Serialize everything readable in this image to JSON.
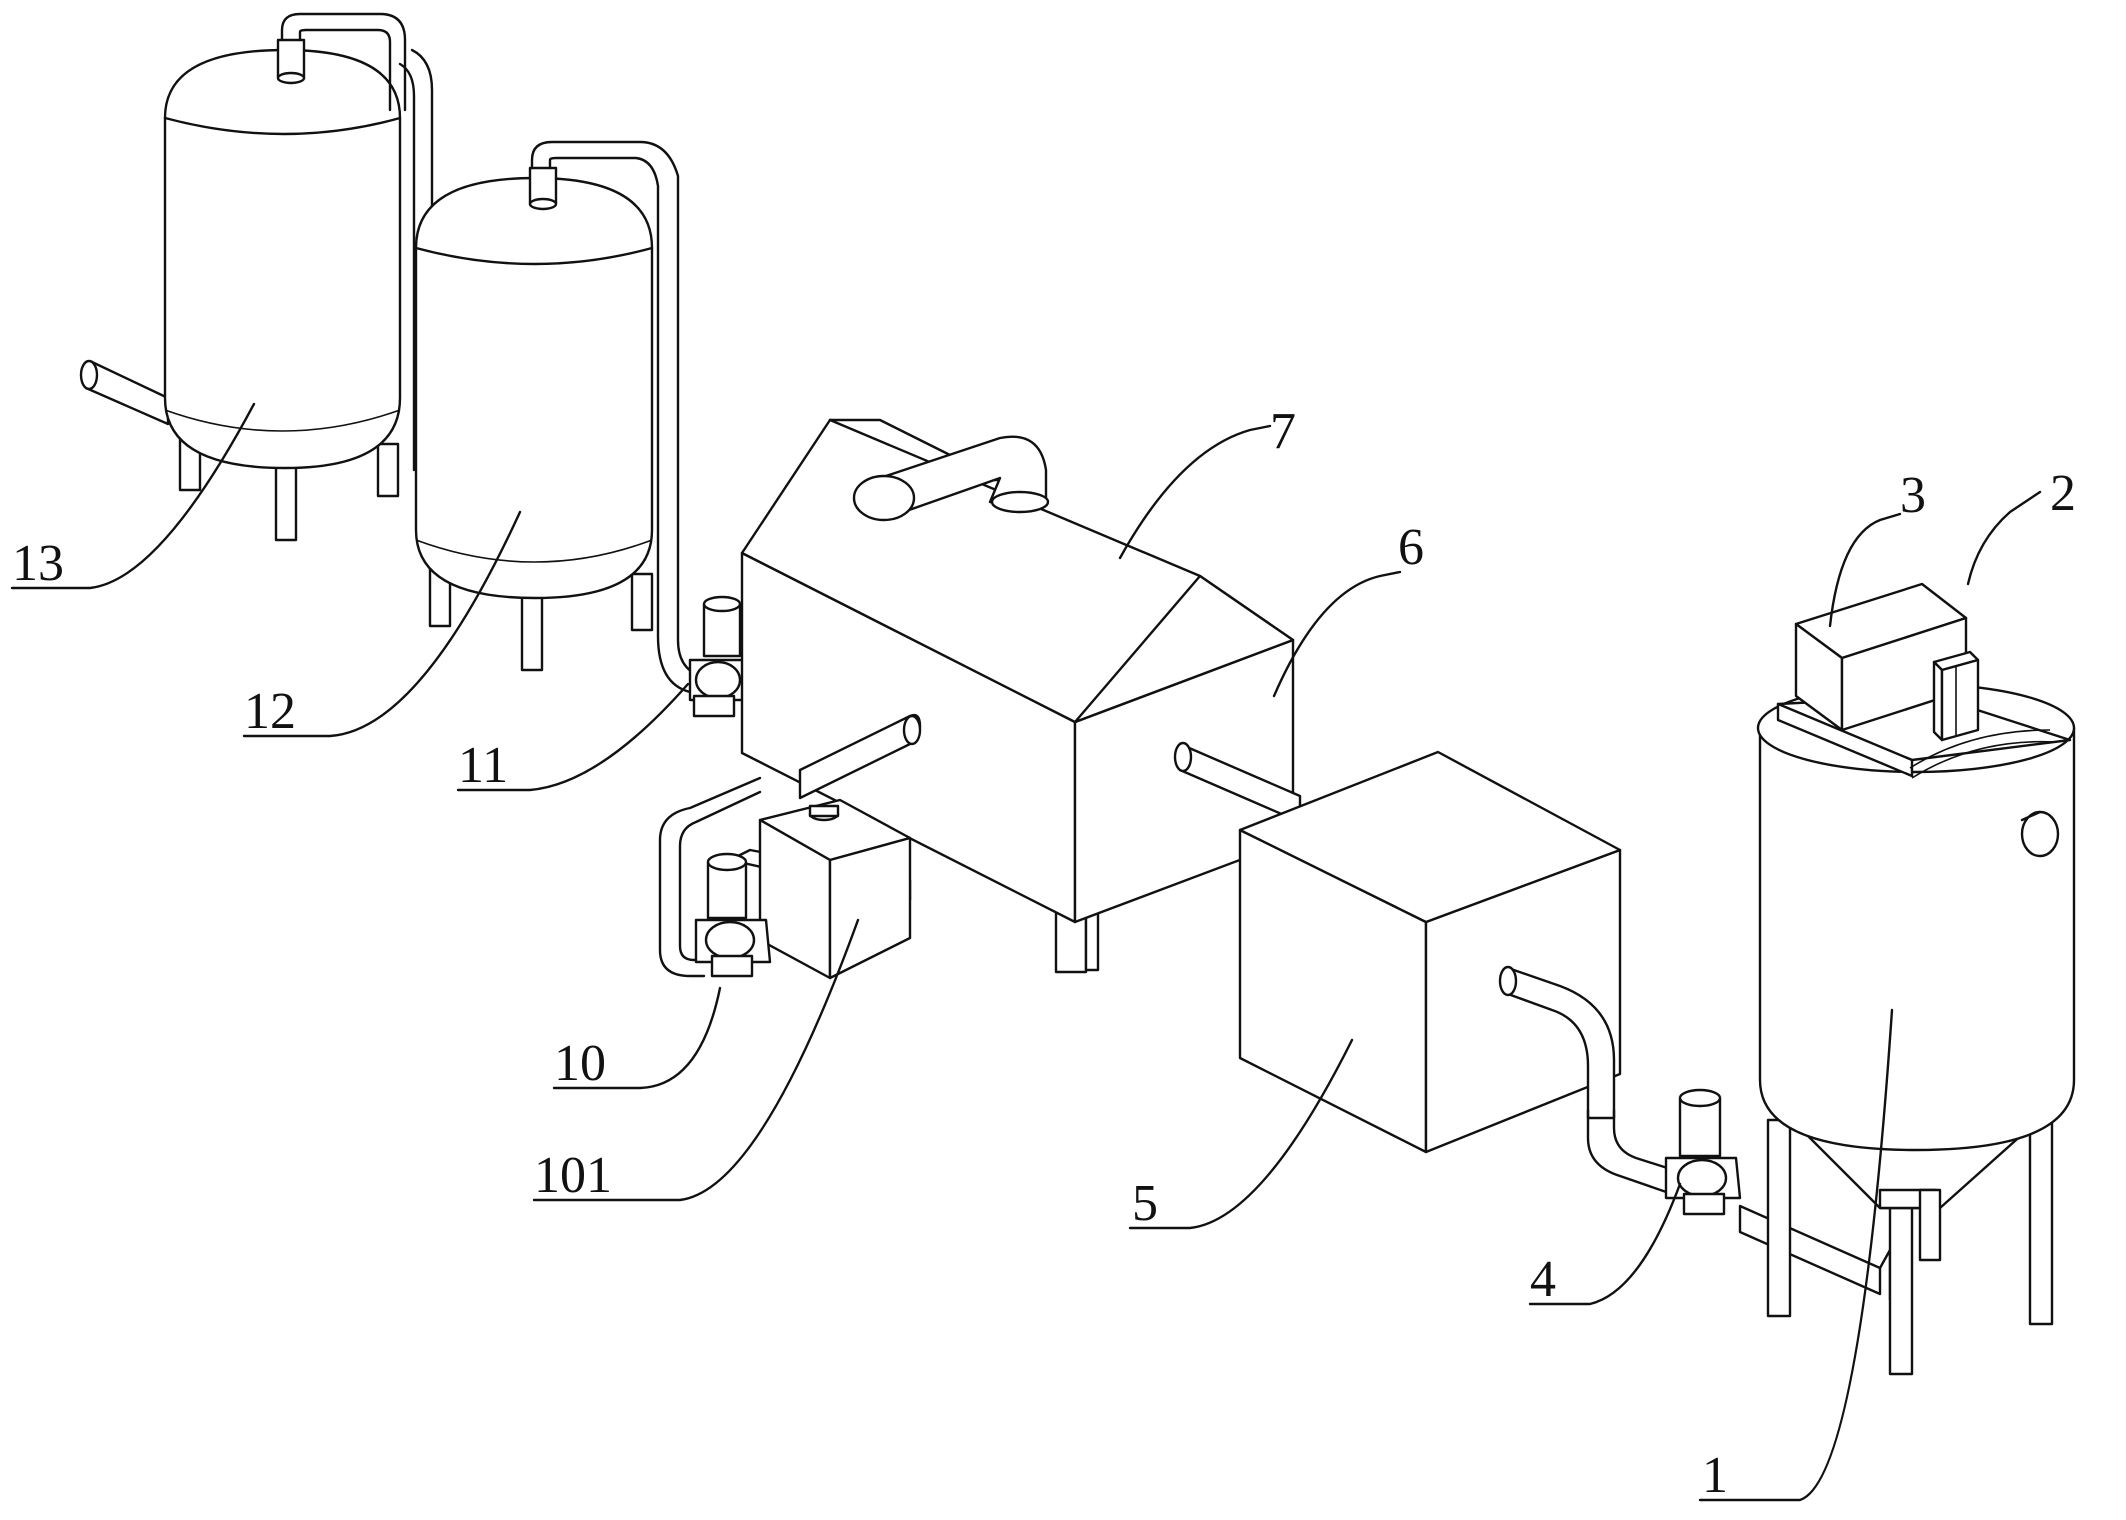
{
  "labels": {
    "l1": "1",
    "l2": "2",
    "l3": "3",
    "l4": "4",
    "l5": "5",
    "l6": "6",
    "l7": "7",
    "l10": "10",
    "l101": "101",
    "l11": "11",
    "l12": "12",
    "l13": "13"
  }
}
